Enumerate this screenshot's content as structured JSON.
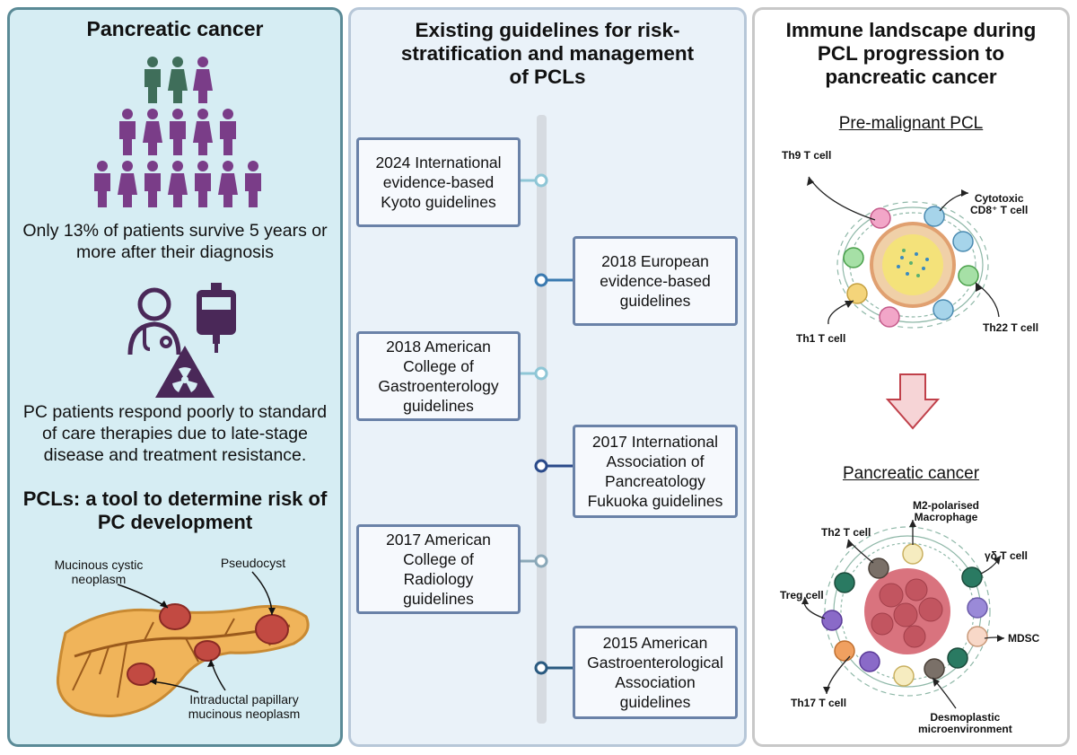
{
  "left_panel": {
    "title": "Pancreatic cancer",
    "survival_text_line1": "Only 13% of patients survive 5 years or",
    "survival_text_line2": "more after their diagnosis",
    "therapy_text_line1": "PC patients respond poorly  to standard",
    "therapy_text_line2": "of care therapies due to late-stage",
    "therapy_text_line3": "disease and treatment resistance.",
    "pcl_heading_line1": "PCLs: a tool to determine risk of",
    "pcl_heading_line2": "PC development",
    "labels": {
      "mucinous_line1": "Mucinous cystic",
      "mucinous_line2": "neoplasm",
      "pseudocyst": "Pseudocyst",
      "ipmn_line1": "Intraductal papillary",
      "ipmn_line2": "mucinous neoplasm"
    },
    "colors": {
      "people_green": "#3f6e5a",
      "people_purple": "#7a3d88"
    }
  },
  "middle_panel": {
    "title_line1": "Existing guidelines for risk-",
    "title_line2": "stratification and management",
    "title_line3": "of PCLs",
    "guidelines": [
      {
        "text": "2024 International\nevidence-based\nKyoto guidelines",
        "side": "left"
      },
      {
        "text": "2018 European\nevidence-based\nguidelines",
        "side": "right"
      },
      {
        "text": "2018 American\nCollege of\nGastroenterology\nguidelines",
        "side": "left"
      },
      {
        "text": "2017 International\nAssociation of\nPancreatology\nFukuoka guidelines",
        "side": "right"
      },
      {
        "text": "2017 American\nCollege of\nRadiology\nguidelines",
        "side": "left"
      },
      {
        "text": "2015 American\nGastroenterological\nAssociation\nguidelines",
        "side": "right"
      }
    ]
  },
  "right_panel": {
    "title_line1": "Immune landscape during",
    "title_line2": "PCL progression to",
    "title_line3": "pancreatic cancer",
    "premalignant_heading": "Pre-malignant PCL",
    "cancer_heading": "Pancreatic cancer",
    "premalignant_cells": {
      "th9": "Th9 T cell",
      "cytotoxic_line1": "Cytotoxic",
      "cytotoxic_line2": "CD8⁺ T cell",
      "th1": "Th1 T cell",
      "th22": "Th22 T cell"
    },
    "cancer_cells": {
      "m2_line1": "M2-polarised",
      "m2_line2": "Macrophage",
      "th2": "Th2 T cell",
      "gd": "γδ T cell",
      "treg": "Treg cell",
      "mdsc": "MDSC",
      "th17": "Th17 T cell",
      "desmo_line1": "Desmoplastic",
      "desmo_line2": "microenvironment"
    },
    "colors": {
      "arrow_fill": "#f6d4d6",
      "arrow_stroke": "#c0404a"
    }
  }
}
